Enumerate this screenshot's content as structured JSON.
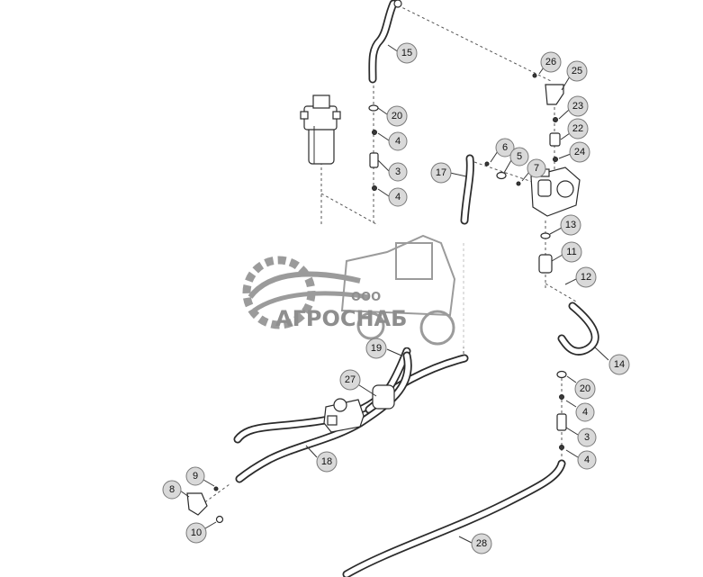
{
  "callouts": [
    {
      "id": "c15",
      "label": "15"
    },
    {
      "id": "c20a",
      "label": "20"
    },
    {
      "id": "c4a",
      "label": "4"
    },
    {
      "id": "c3a",
      "label": "3"
    },
    {
      "id": "c4b",
      "label": "4"
    },
    {
      "id": "c26",
      "label": "26"
    },
    {
      "id": "c25",
      "label": "25"
    },
    {
      "id": "c23",
      "label": "23"
    },
    {
      "id": "c22",
      "label": "22"
    },
    {
      "id": "c24",
      "label": "24"
    },
    {
      "id": "c6",
      "label": "6"
    },
    {
      "id": "c5",
      "label": "5"
    },
    {
      "id": "c7",
      "label": "7"
    },
    {
      "id": "c17",
      "label": "17"
    },
    {
      "id": "c13",
      "label": "13"
    },
    {
      "id": "c11",
      "label": "11"
    },
    {
      "id": "c12",
      "label": "12"
    },
    {
      "id": "c14",
      "label": "14"
    },
    {
      "id": "c19",
      "label": "19"
    },
    {
      "id": "c27",
      "label": "27"
    },
    {
      "id": "c20b",
      "label": "20"
    },
    {
      "id": "c4c",
      "label": "4"
    },
    {
      "id": "c3b",
      "label": "3"
    },
    {
      "id": "c4d",
      "label": "4"
    },
    {
      "id": "c18",
      "label": "18"
    },
    {
      "id": "c9",
      "label": "9"
    },
    {
      "id": "c8",
      "label": "8"
    },
    {
      "id": "c10",
      "label": "10"
    },
    {
      "id": "c28",
      "label": "28"
    }
  ],
  "watermark": {
    "prefix": "ООО",
    "name": "АГРОСНАБ"
  },
  "colors": {
    "line": "#2b2b2b",
    "callout_fill": "#d9d9d9",
    "watermark": "#7b7b7b"
  }
}
